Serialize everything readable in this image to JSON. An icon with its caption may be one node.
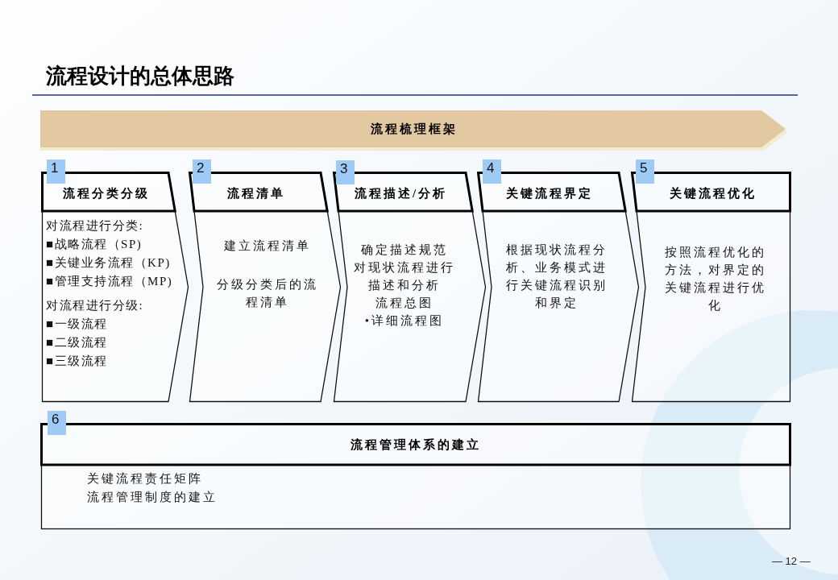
{
  "diagram": {
    "title": "流程设计的总体思路",
    "nodes": [
      {
        "text": [
          "流程梳理框架"
        ]
      },
      {
        "text": [
          "1"
        ]
      },
      {
        "text": [
          "流程分类分级",
          "对流程进行分类:",
          "■战略流程（SP)",
          "■关键业务流程（KP)",
          "■管理支持流程（MP)",
          "对流程进行分级:",
          "■一级流程",
          "■二级流程",
          "■三级流程"
        ]
      },
      {
        "text": [
          "2"
        ]
      },
      {
        "text": [
          "流程清单",
          "建立流程清单",
          "分级分类后的流程清单"
        ]
      },
      {
        "text": [
          "3"
        ]
      },
      {
        "text": [
          "流程描述/分析",
          "确定描述规范",
          "对现状流程进行描述和分析",
          "流程总图",
          "•详细流程图"
        ]
      },
      {
        "text": [
          "4"
        ]
      },
      {
        "text": [
          "关键流程界定",
          "根据现状流程分析、业务模式进行关键流程识别和界定"
        ]
      },
      {
        "text": [
          "5"
        ]
      },
      {
        "text": [
          "关键流程优化",
          "按照流程优化的方法，对界定的关键流程进行优化"
        ]
      },
      {
        "text": [
          "6"
        ]
      },
      {
        "text": [
          "流程管理体系的建立",
          "关键流程责任矩阵",
          "流程管理制度的建立"
        ]
      }
    ],
    "labels": [
      "— 12 —"
    ]
  }
}
